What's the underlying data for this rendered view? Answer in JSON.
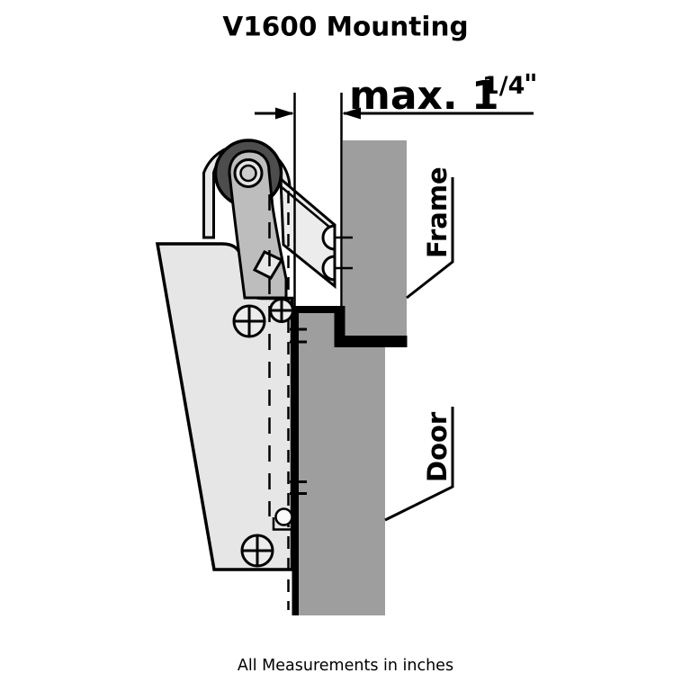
{
  "title": "V1600 Mounting",
  "footer": "All Measurements in inches",
  "dimension": {
    "label_main": "max. 1",
    "label_fraction": "1/4",
    "label_unit": "\""
  },
  "labels": {
    "frame": "Frame",
    "door": "Door"
  },
  "colors": {
    "background": "#ffffff",
    "line": "#000000",
    "frame_fill": "#9e9e9e",
    "door_fill": "#9e9e9e",
    "body_fill": "#e6e6e6",
    "bracket_fill": "#ececec",
    "band_fill": "#e8e8e8",
    "arm_fill": "#bdbdbd",
    "tab_fill": "#e8e8e8",
    "tire_fill": "#4d4d4d",
    "hub_fill": "#c8c8c8",
    "hub_inner_fill": "#e4e4e4",
    "axle_fill": "#cccccc",
    "screw_fill": "#ececec",
    "screw_dome_fill": "#fafafa"
  }
}
